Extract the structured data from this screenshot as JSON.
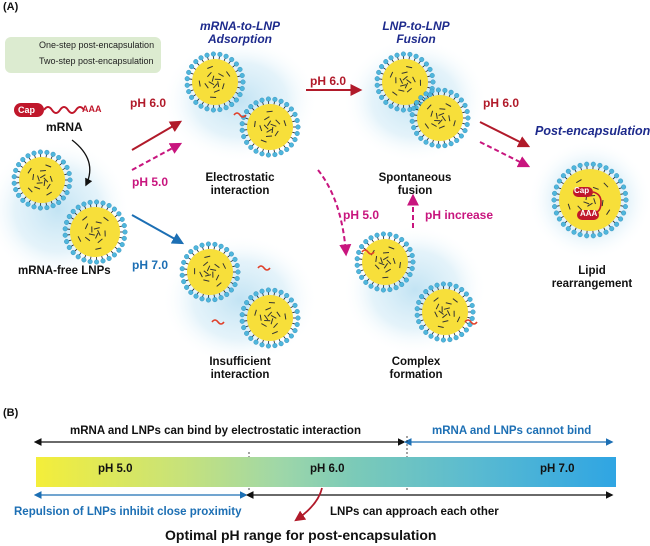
{
  "panel_a": {
    "label": "(A)",
    "legend": {
      "one_step": "One-step post-encapsulation",
      "two_step": "Two-step post-encapsulation"
    },
    "mrna": {
      "label": "mRNA",
      "cap": "Cap",
      "tail": "AAA"
    },
    "lnp_label": "mRNA-free LNPs",
    "adsorption": {
      "title_line1": "mRNA-to-LNP",
      "title_line2": "Adsorption"
    },
    "fusion": {
      "title_line1": "LNP-to-LNP",
      "title_line2": "Fusion"
    },
    "post": {
      "title": "Post-encapsulation",
      "cap": "Cap",
      "tail": "AAA"
    },
    "ph": {
      "ph60_a": "pH 6.0",
      "ph50_a": "pH 5.0",
      "ph70": "pH 7.0",
      "ph60_b": "pH 6.0",
      "ph60_c": "pH 6.0",
      "ph50_b": "pH 5.0",
      "ph_increase": "pH increase"
    },
    "captions": {
      "electrostatic_1": "Electrostatic",
      "electrostatic_2": "interaction",
      "spontaneous_1": "Spontaneous",
      "spontaneous_2": "fusion",
      "lipid_1": "Lipid",
      "lipid_2": "rearrangement",
      "insufficient_1": "Insufficient",
      "insufficient_2": "interaction",
      "complex_1": "Complex",
      "complex_2": "formation"
    }
  },
  "panel_b": {
    "label": "(B)",
    "bind_text": "mRNA and LNPs can bind by electrostatic interaction",
    "cannot_text": "mRNA and LNPs cannot bind",
    "bar_labels": [
      "pH 5.0",
      "pH 6.0",
      "pH 7.0"
    ],
    "repulsion_text": "Repulsion of LNPs inhibit close proximity",
    "approach_text": "LNPs can approach each other",
    "optimal_text": "Optimal pH range for post-encapsulation"
  },
  "colors": {
    "one_step": "#b11a2a",
    "two_step": "#c8157e",
    "neutral": "#1c6fb4",
    "title": "#1d2a8c"
  }
}
